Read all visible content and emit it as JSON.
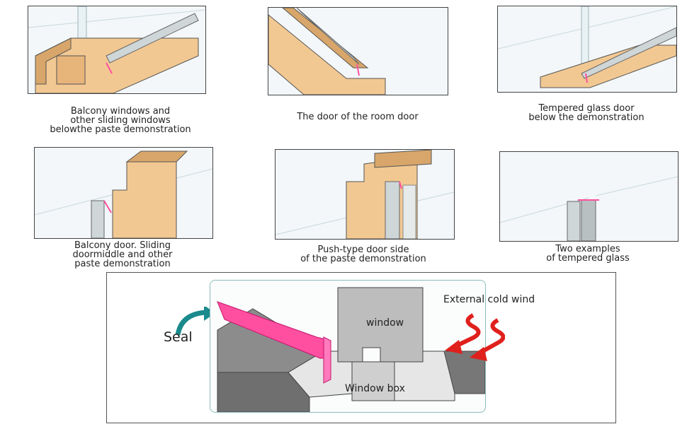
{
  "captions": {
    "balcony_windows": [
      "Balcony windows and",
      "other sliding windows",
      "belowthe paste demonstration"
    ],
    "room_door": [
      "The door of the room door"
    ],
    "tempered_door": [
      "Tempered glass door",
      "below the demonstration"
    ],
    "balcony_door": [
      "Balcony door. Sliding",
      "doormiddle and other",
      "paste demonstration"
    ],
    "push_door": [
      "Push-type door side",
      "of the paste demonstration"
    ],
    "tempered_examples": [
      "Two examples",
      "of tempered glass"
    ]
  },
  "diagram": {
    "seal": "Seal",
    "window": "window",
    "window_box": "Window box",
    "wind": "External cold wind"
  },
  "colors": {
    "wood": "#f2c892",
    "wood_dark": "#d8a66a",
    "seal": "#ff4fa0",
    "arrow_red": "#e0201c",
    "arrow_teal": "#1b8a8c"
  }
}
